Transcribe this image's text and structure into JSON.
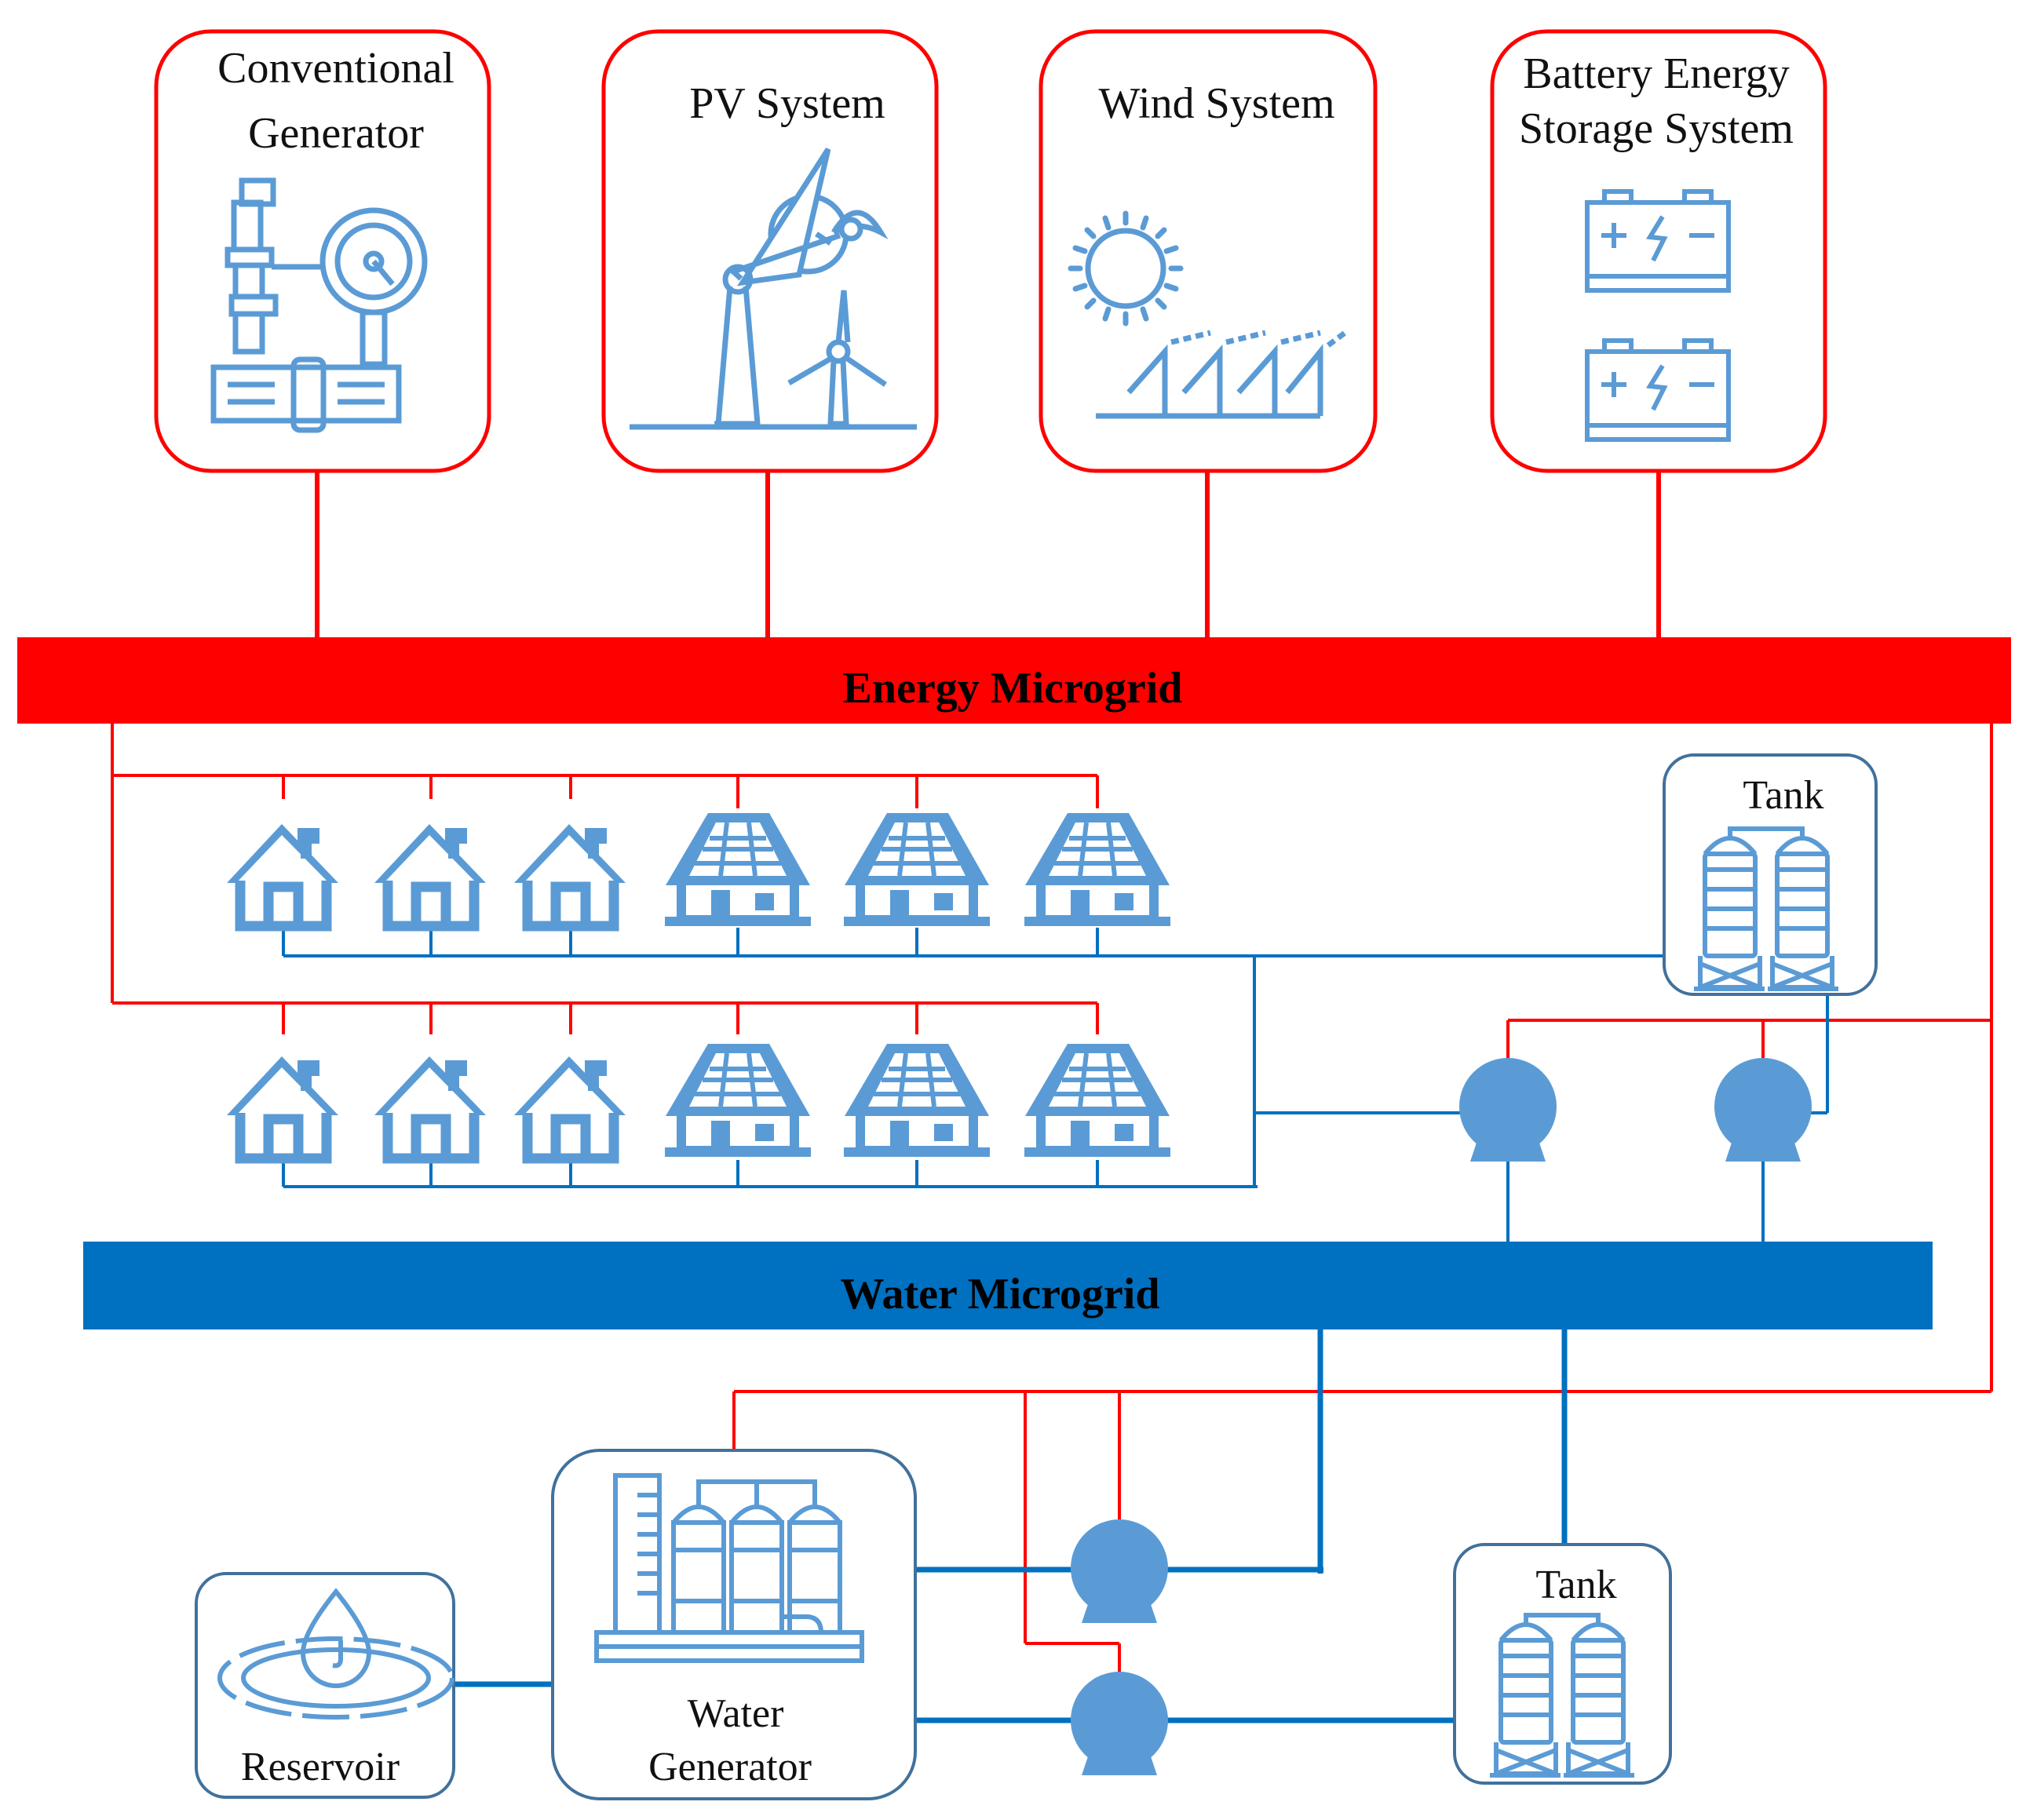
{
  "sources": {
    "conventional": {
      "line1": "Conventional",
      "line2": "Generator"
    },
    "pv": {
      "label": "PV System"
    },
    "wind": {
      "label": "Wind System"
    },
    "battery": {
      "line1": "Battery Energy",
      "line2": "Storage System"
    }
  },
  "energy_bus": {
    "label": "Energy Microgrid"
  },
  "water_bus": {
    "label": "Water Microgrid"
  },
  "tank_upper": {
    "label": "Tank"
  },
  "tank_lower": {
    "label": "Tank"
  },
  "reservoir": {
    "label": "Reservoir"
  },
  "water_generator": {
    "line1": "Water",
    "line2": "Generator"
  },
  "colors": {
    "energy": "#ff0000",
    "water": "#0070c0",
    "icon": "#5b9bd5",
    "box_border_energy": "#ff0000",
    "box_border_water": "#41719c"
  },
  "icons": {
    "conventional": "generator-icon",
    "pv": "wind-turbine-icon",
    "wind": "solar-panel-icon",
    "battery": "battery-icon",
    "house_plain": "house-icon",
    "house_solar": "solar-house-icon",
    "pump": "pump-icon",
    "tank": "water-tank-icon",
    "reservoir": "water-drop-icon",
    "water_generator": "water-plant-icon"
  }
}
